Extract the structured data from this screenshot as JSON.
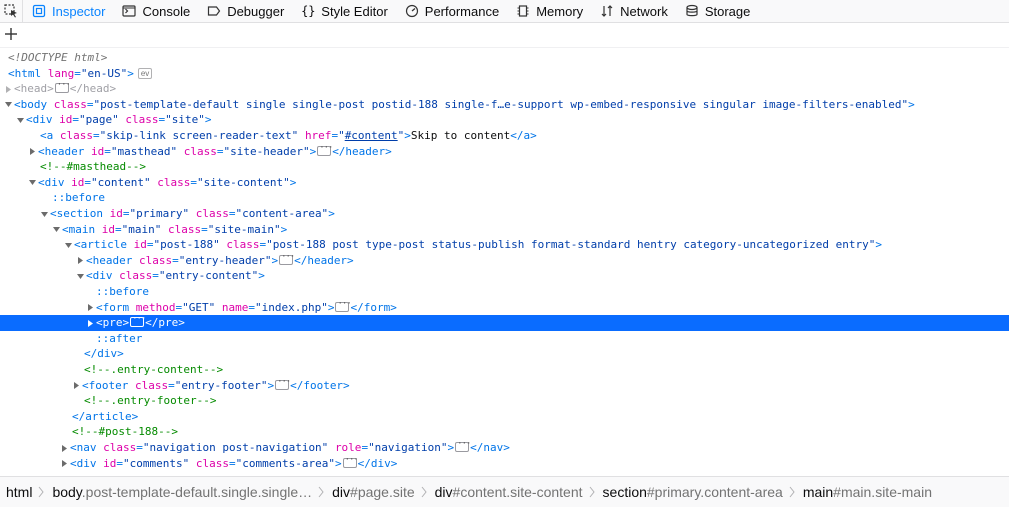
{
  "toolbar": {
    "tabs": [
      {
        "label": "Inspector",
        "icon": "inspector-icon",
        "active": true
      },
      {
        "label": "Console",
        "icon": "console-icon"
      },
      {
        "label": "Debugger",
        "icon": "debugger-icon"
      },
      {
        "label": "Style Editor",
        "icon": "braces-icon"
      },
      {
        "label": "Performance",
        "icon": "performance-icon"
      },
      {
        "label": "Memory",
        "icon": "memory-icon"
      },
      {
        "label": "Network",
        "icon": "network-icon"
      },
      {
        "label": "Storage",
        "icon": "storage-icon"
      }
    ]
  },
  "markup": {
    "doctype": "<!DOCTYPE html>",
    "ev_badge": "ev",
    "html_attr_val": "\"en-US\"",
    "body_class_val": "\"post-template-default single single-post postid-188 single-f…e-support wp-embed-responsive singular image-filters-enabled\"",
    "page_id_val": "\"page\"",
    "page_class_val": "\"site\"",
    "skip_class_val": "\"skip-link screen-reader-text\"",
    "skip_href_val": "#content",
    "skip_text": "Skip to content",
    "masthead_id_val": "\"masthead\"",
    "masthead_class_val": "\"site-header\"",
    "cmt_masthead": "<!--#masthead-->",
    "content_id_val": "\"content\"",
    "content_class_val": "\"site-content\"",
    "before": "::before",
    "after": "::after",
    "primary_id_val": "\"primary\"",
    "primary_class_val": "\"content-area\"",
    "main_id_val": "\"main\"",
    "main_class_val": "\"site-main\"",
    "article_id_val": "\"post-188\"",
    "article_class_val": "\"post-188 post type-post status-publish format-standard hentry category-uncategorized entry\"",
    "entry_header_val": "\"entry-header\"",
    "entry_content_val": "\"entry-content\"",
    "form_method_val": "\"GET\"",
    "form_name_val": "\"index.php\"",
    "cmt_entry_content": "<!--.entry-content-->",
    "entry_footer_val": "\"entry-footer\"",
    "cmt_entry_footer": "<!--.entry-footer-->",
    "cmt_post": "<!--#post-188-->",
    "nav_class_val": "\"navigation post-navigation\"",
    "nav_role_val": "\"navigation\"",
    "comments_id_val": "\"comments\"",
    "comments_class_val": "\"comments-area\""
  },
  "breadcrumbs": [
    {
      "tag": "html",
      "cls": ""
    },
    {
      "tag": "body",
      "cls": ".post-template-default.single.single…"
    },
    {
      "tag": "div",
      "cls": "#page.site"
    },
    {
      "tag": "div",
      "cls": "#content.site-content"
    },
    {
      "tag": "section",
      "cls": "#primary.content-area"
    },
    {
      "tag": "main",
      "cls": "#main.site-main"
    }
  ],
  "colors": {
    "accent": "#0a84ff",
    "selection": "#0a6cff",
    "tag": "#0074e8",
    "attr": "#dd00a9",
    "value": "#003eaa",
    "comment": "#058b00"
  }
}
